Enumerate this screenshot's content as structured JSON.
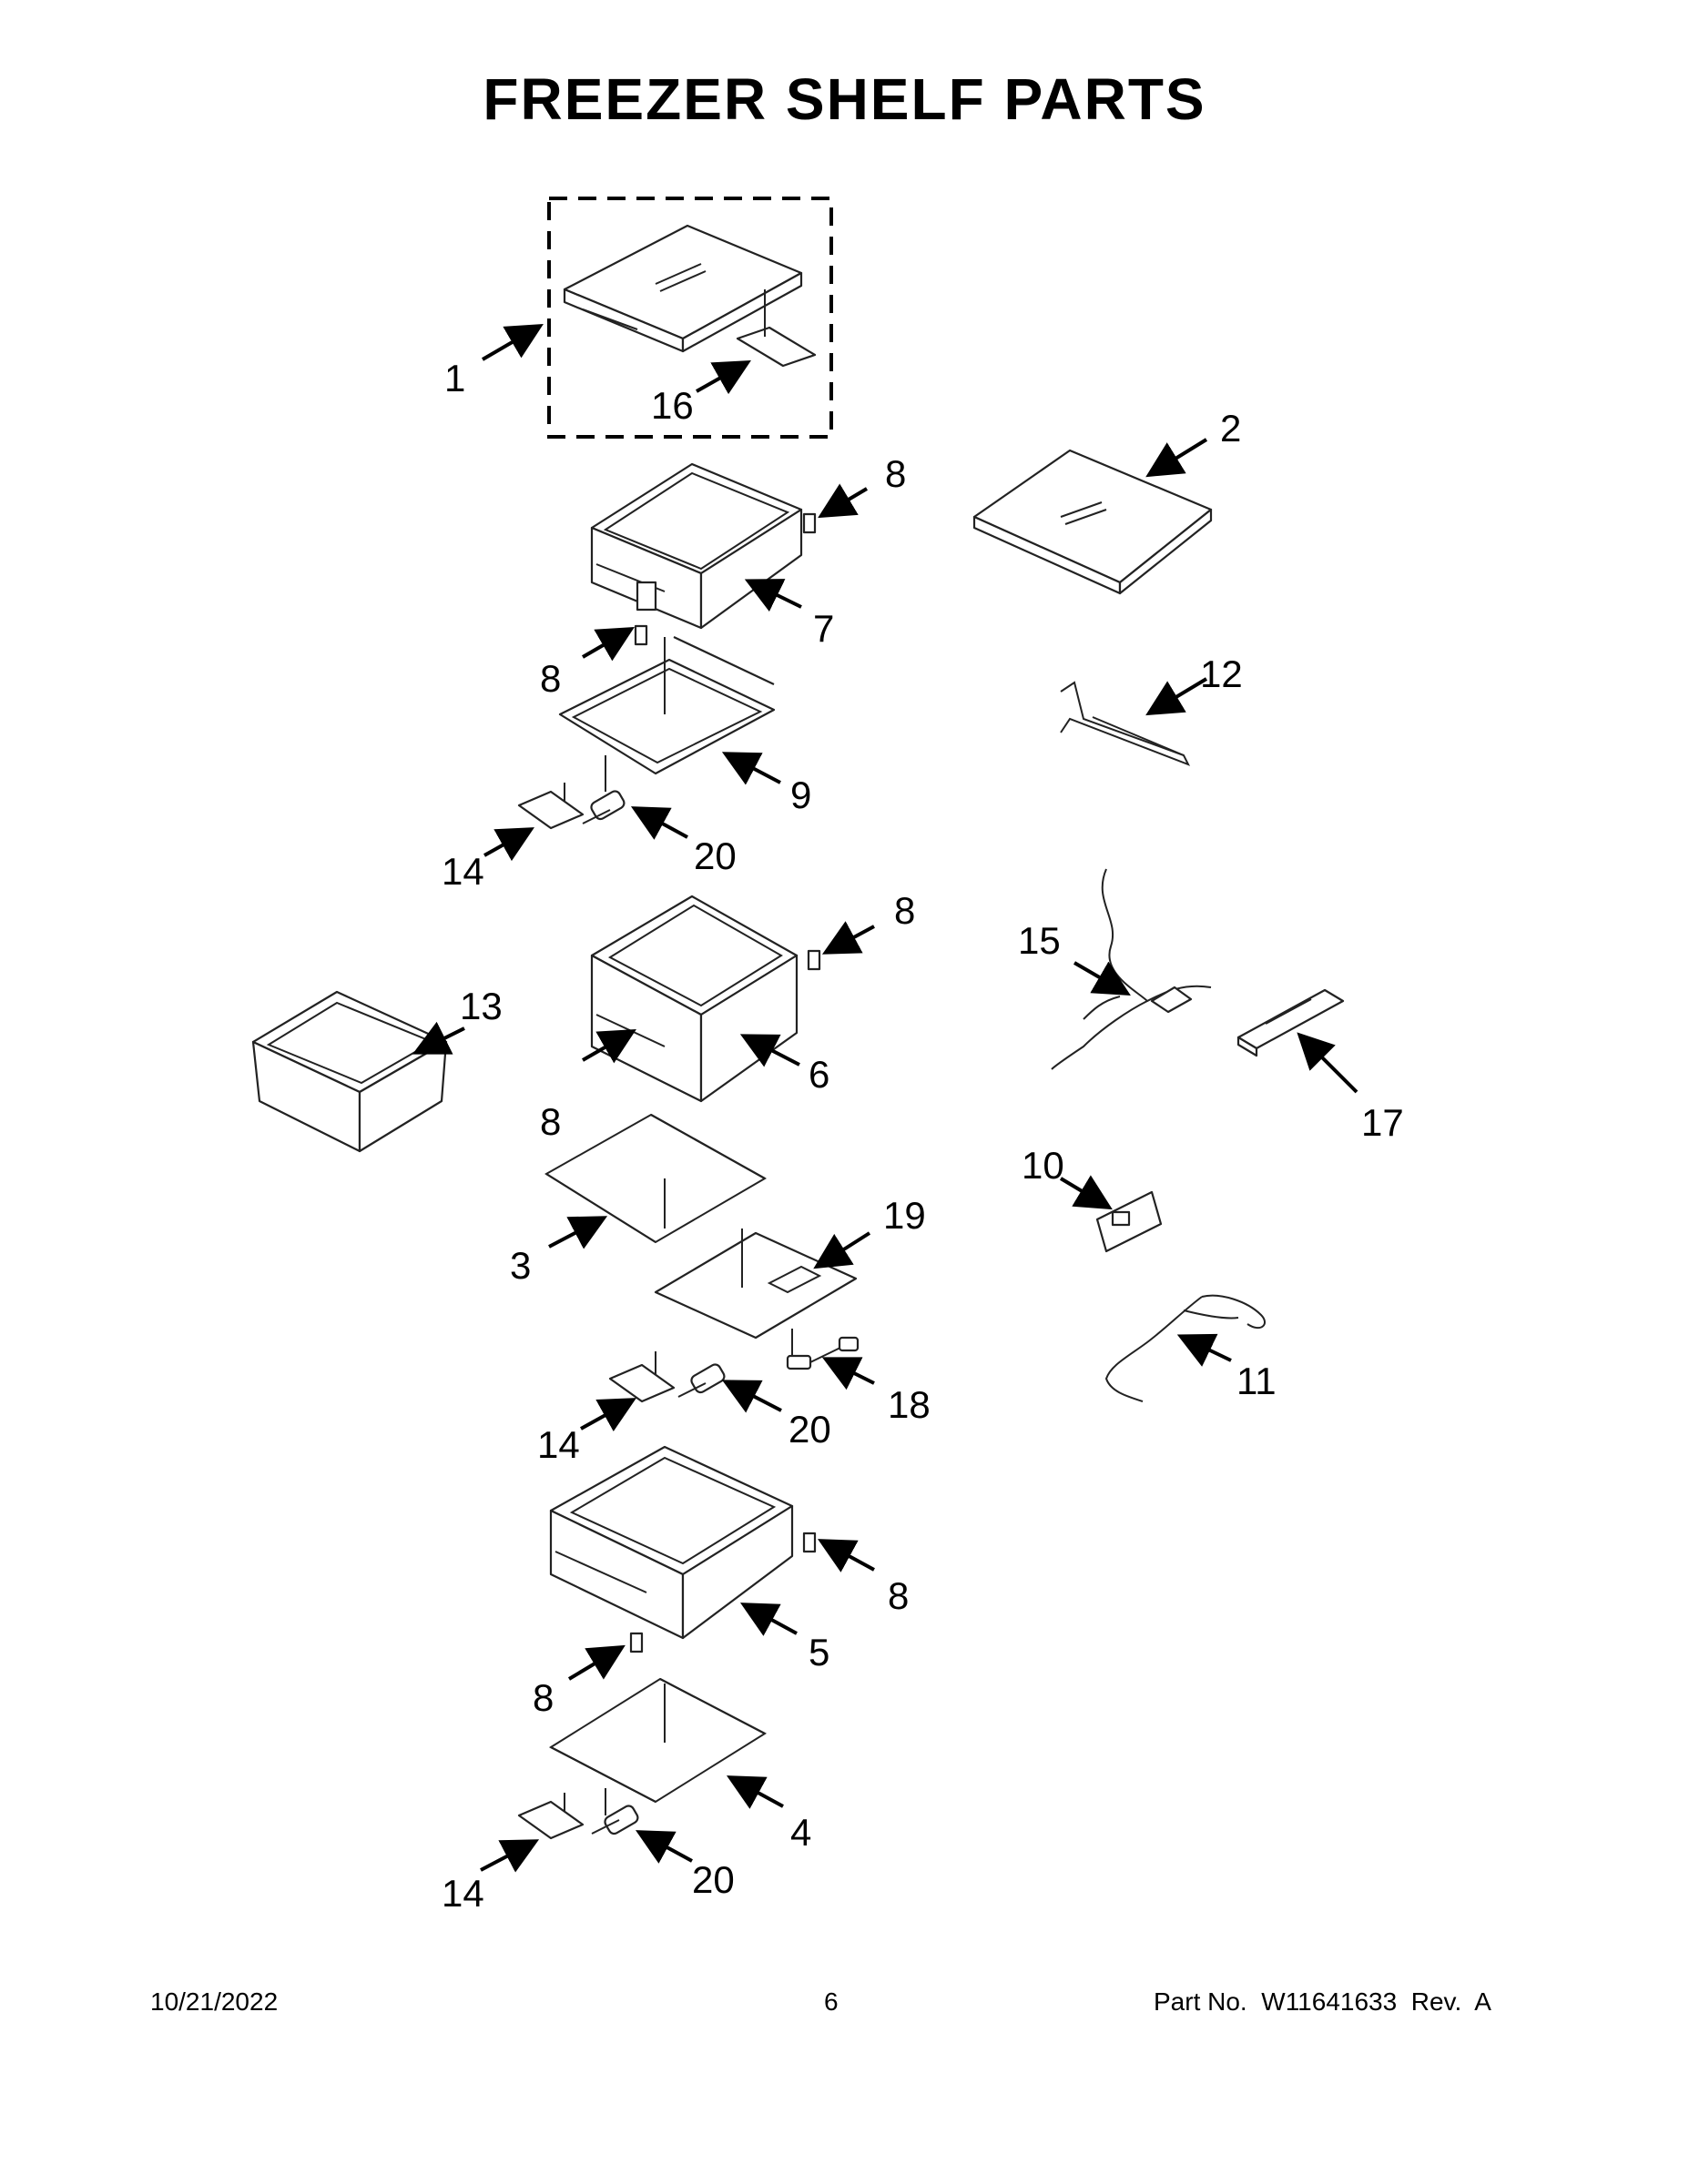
{
  "page": {
    "title": "FREEZER SHELF PARTS",
    "footer": {
      "date": "10/21/2022",
      "page_number": "6",
      "part_number": "Part No.  W11641633  Rev.  A"
    }
  },
  "callouts": {
    "c1": "1",
    "c2": "2",
    "c3": "3",
    "c4": "4",
    "c5": "5",
    "c6": "6",
    "c7": "7",
    "c8a": "8",
    "c8b": "8",
    "c8c": "8",
    "c8d": "8",
    "c8e": "8",
    "c8f": "8",
    "c9": "9",
    "c10": "10",
    "c11": "11",
    "c12": "12",
    "c13": "13",
    "c14a": "14",
    "c14b": "14",
    "c14c": "14",
    "c15": "15",
    "c16": "16",
    "c17": "17",
    "c18": "18",
    "c19": "19",
    "c20a": "20",
    "c20b": "20",
    "c20c": "20"
  }
}
